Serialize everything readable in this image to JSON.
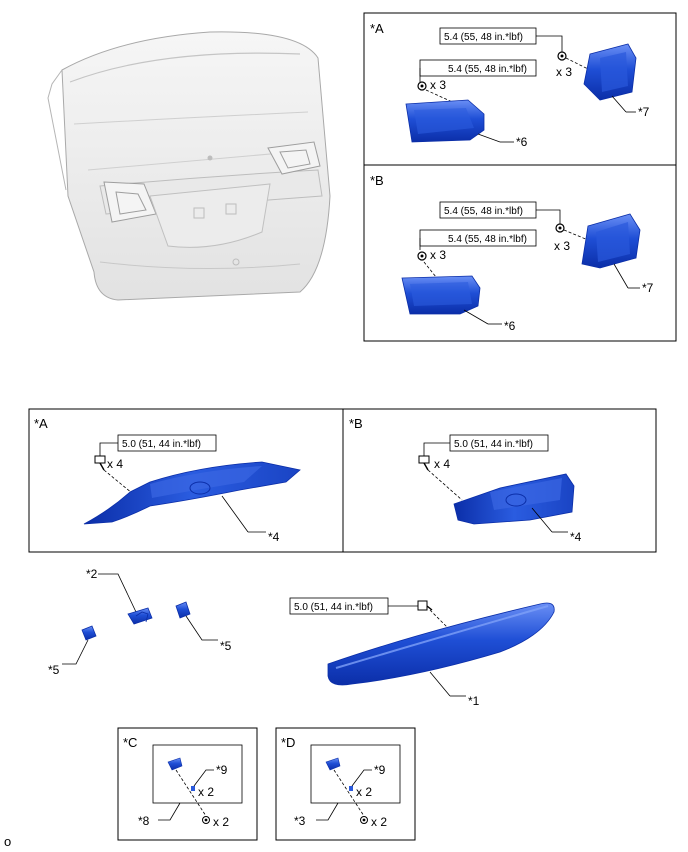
{
  "panel_top_a": {
    "title": "*A",
    "torque_upper": "5.4 (55, 48 in.*lbf)",
    "torque_lower": "5.4 (55, 48 in.*lbf)",
    "qty_upper": "x 3",
    "qty_lower": "x 3",
    "callout_right": "*7",
    "callout_left": "*6"
  },
  "panel_top_b": {
    "title": "*B",
    "torque_upper": "5.4 (55, 48 in.*lbf)",
    "torque_lower": "5.4 (55, 48 in.*lbf)",
    "qty_upper": "x 3",
    "qty_lower": "x 3",
    "callout_right": "*7",
    "callout_left": "*6"
  },
  "panel_mid_a": {
    "title": "*A",
    "torque": "5.0 (51, 44 in.*lbf)",
    "qty": "x 4",
    "callout": "*4"
  },
  "panel_mid_b": {
    "title": "*B",
    "torque": "5.0 (51, 44 in.*lbf)",
    "qty": "x 4",
    "callout": "*4"
  },
  "small_parts": {
    "callout_switch": "*2",
    "callout_left": "*5",
    "callout_right": "*5"
  },
  "garnish": {
    "torque": "5.0 (51, 44 in.*lbf)",
    "callout": "*1"
  },
  "panel_c": {
    "title": "*C",
    "callout_clip": "*9",
    "qty_clip": "x 2",
    "qty_screw": "x 2",
    "callout_frame": "*8"
  },
  "panel_d": {
    "title": "*D",
    "callout_clip": "*9",
    "qty_clip": "x 2",
    "qty_screw": "x 2",
    "callout_frame": "*3"
  },
  "footer": {
    "mark": "o"
  },
  "colors": {
    "part_blue": "#1f4fd6",
    "part_blue_dark": "#0b2ea8",
    "part_blue_light": "#5a82ef",
    "door_fill": "#eeeeee",
    "door_line": "#b5b5b5",
    "frame": "#000000"
  },
  "icons": [
    "bolt-icon",
    "nut-icon",
    "clip-icon"
  ]
}
